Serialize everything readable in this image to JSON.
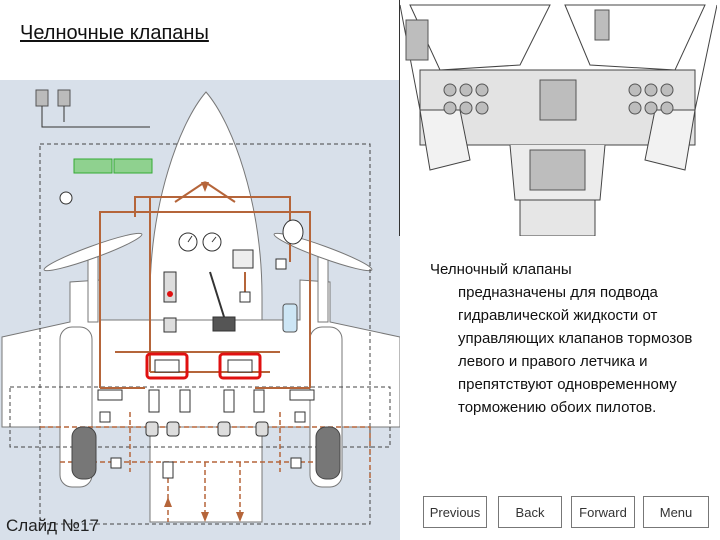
{
  "title": "Челночные клапаны",
  "description_first_line": "Челночный клапаны",
  "description_rest": "предназначены для подвода гидравлической жидкости от управляющих клапанов тормозов левого и правого летчика и препятствуют одновременному торможению обоих пилотов.",
  "slide_number": "Слайд №17",
  "nav": {
    "previous": "Previous",
    "back": "Back",
    "forward": "Forward",
    "menu": "Menu"
  },
  "colors": {
    "hydraulic_line": "#b5653a",
    "highlight": "#e01010",
    "panel_bg": "#d8e0ea",
    "indicator_green": "#8fd18f"
  },
  "icons": [
    "pressure-gauge-icon",
    "hydraulic-reservoir-icon",
    "brake-lever-icon",
    "wheel-icon"
  ]
}
